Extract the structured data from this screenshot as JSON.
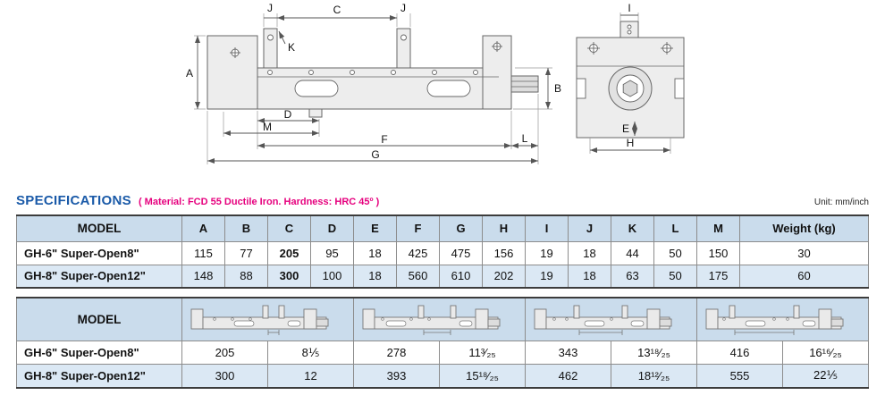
{
  "drawing": {
    "labels": {
      "A": "A",
      "B": "B",
      "C": "C",
      "D": "D",
      "E": "E",
      "F": "F",
      "G": "G",
      "H": "H",
      "I": "I",
      "J": "J",
      "K": "K",
      "L": "L",
      "M": "M"
    }
  },
  "specs": {
    "title": "SPECIFICATIONS",
    "material_note": "( Material: FCD 55 Ductile Iron. Hardness: HRC 45º )",
    "unit_note": "Unit: mm/inch"
  },
  "table1": {
    "headers": [
      "MODEL",
      "A",
      "B",
      "C",
      "D",
      "E",
      "F",
      "G",
      "H",
      "I",
      "J",
      "K",
      "L",
      "M",
      "Weight (kg)"
    ],
    "rows": [
      {
        "model": "GH-6\" Super-Open8\"",
        "values": [
          "115",
          "77",
          "205",
          "95",
          "18",
          "425",
          "475",
          "156",
          "19",
          "18",
          "44",
          "50",
          "150",
          "30"
        ]
      },
      {
        "model": "GH-8\" Super-Open12\"",
        "values": [
          "148",
          "88",
          "300",
          "100",
          "18",
          "560",
          "610",
          "202",
          "19",
          "18",
          "63",
          "50",
          "175",
          "60"
        ]
      }
    ]
  },
  "table2": {
    "model_header": "MODEL",
    "rows": [
      {
        "model": "GH-6\" Super-Open8\"",
        "values": [
          "205",
          "8⅕",
          "278",
          "11³⁄₂₅",
          "343",
          "13¹⁸⁄₂₅",
          "416",
          "16¹⁶⁄₂₅"
        ]
      },
      {
        "model": "GH-8\" Super-Open12\"",
        "values": [
          "300",
          "12",
          "393",
          "15¹⁸⁄₂₅",
          "462",
          "18¹²⁄₂₅",
          "555",
          "22⅕"
        ]
      }
    ]
  },
  "colors": {
    "accent_blue": "#1a5aa8",
    "magenta": "#e6007e",
    "header_bg": "#cadcec",
    "alt_row_bg": "#dbe8f4"
  }
}
